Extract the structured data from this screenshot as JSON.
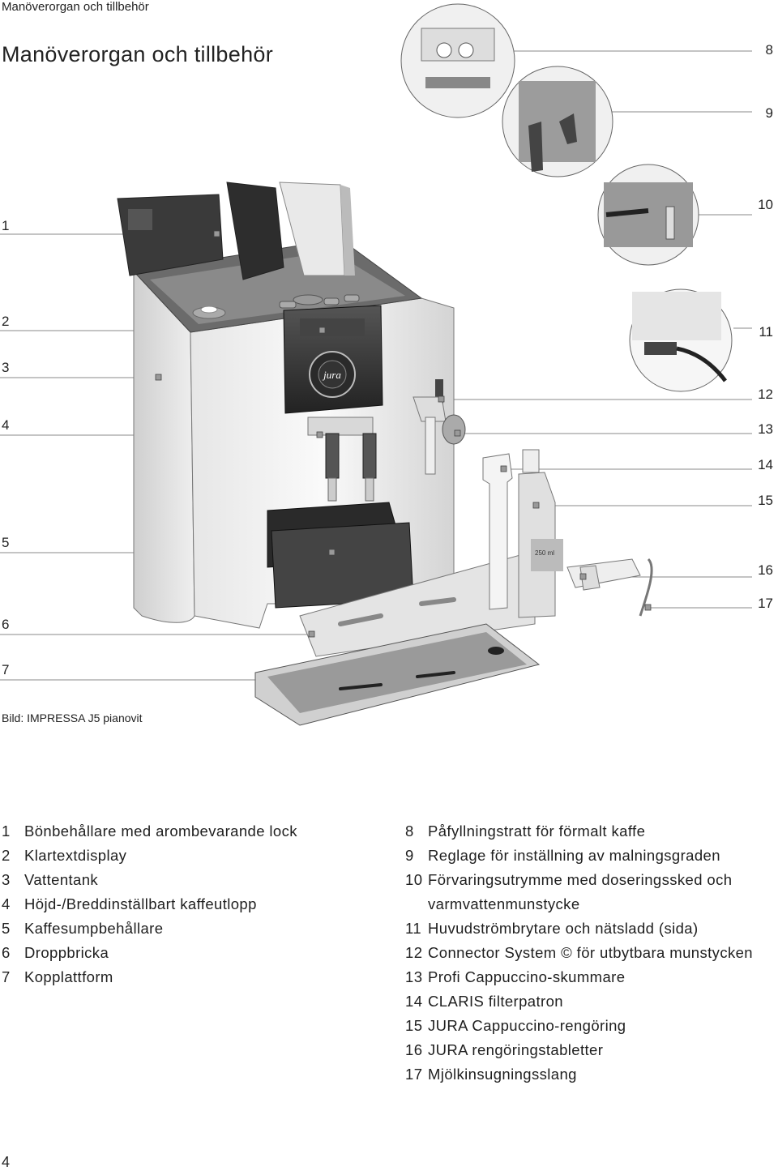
{
  "header": {
    "small_title": "Manöverorgan och tillbehör",
    "title": "Manöverorgan och tillbehör"
  },
  "figure": {
    "caption": "Bild: IMPRESSA J5 pianovit",
    "left_numbers": [
      "1",
      "2",
      "3",
      "4",
      "5",
      "6",
      "7"
    ],
    "right_numbers": [
      "8",
      "9",
      "10",
      "11",
      "12",
      "13",
      "14",
      "15",
      "16",
      "17"
    ],
    "machine_logo": "jura",
    "bottle_label": "250 ml"
  },
  "legend_left": [
    {
      "n": "1",
      "text": "Bönbehållare med arombevarande lock"
    },
    {
      "n": "2",
      "text": "Klartextdisplay"
    },
    {
      "n": "3",
      "text": "Vattentank"
    },
    {
      "n": "4",
      "text": "Höjd-/Breddinställbart kaffeutlopp"
    },
    {
      "n": "5",
      "text": "Kaffesumpbehållare"
    },
    {
      "n": "6",
      "text": "Droppbricka"
    },
    {
      "n": "7",
      "text": "Kopplattform"
    }
  ],
  "legend_right": [
    {
      "n": "8",
      "text": "Påfyllningstratt för förmalt kaffe"
    },
    {
      "n": "9",
      "text": "Reglage för inställning av malningsgraden"
    },
    {
      "n": "10",
      "text": "Förvaringsutrymme med doseringssked och varmvattenmunstycke"
    },
    {
      "n": "11",
      "text": "Huvudströmbrytare och nätsladd (sida)"
    },
    {
      "n": "12",
      "text": "Connector System © för utbytbara munstycken"
    },
    {
      "n": "13",
      "text": "Profi Cappuccino-skummare"
    },
    {
      "n": "14",
      "text": "CLARIS filterpatron"
    },
    {
      "n": "15",
      "text": "JURA Cappuccino-rengöring"
    },
    {
      "n": "16",
      "text": "JURA rengöringstabletter"
    },
    {
      "n": "17",
      "text": "Mjölkinsugningsslang"
    }
  ],
  "page_number": "4"
}
